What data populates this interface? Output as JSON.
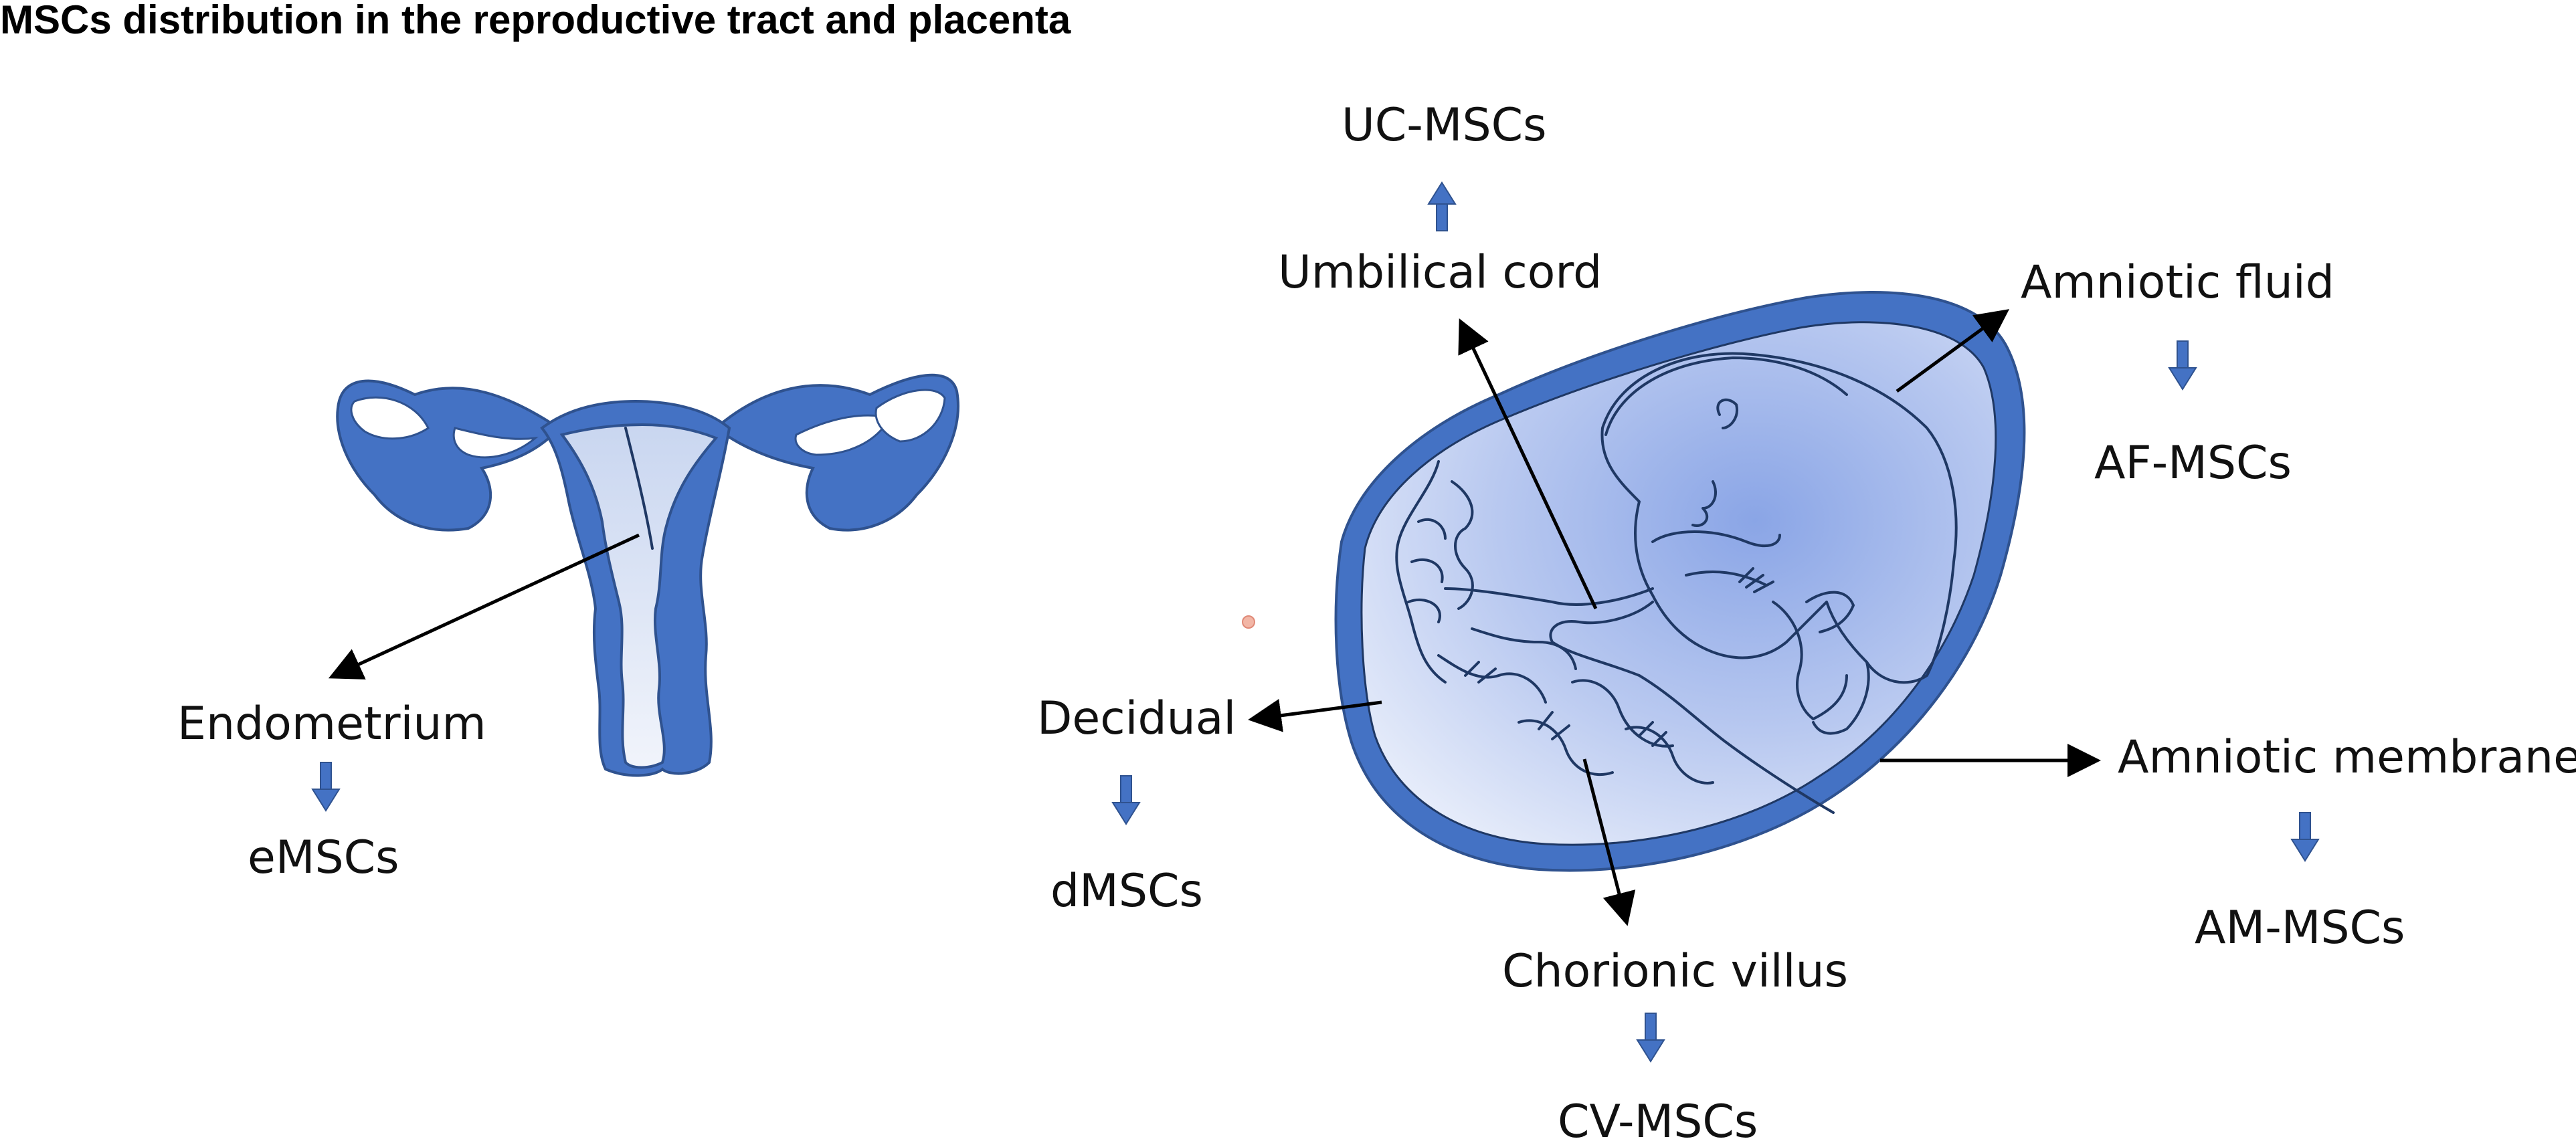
{
  "title": "MSCs distribution in the reproductive tract and placenta",
  "colors": {
    "organ_fill": "#4472c4",
    "organ_stroke": "#2f528f",
    "light_fill": "#dde6f7",
    "text": "#111111"
  },
  "uterus": {
    "label": "Endometrium",
    "cell_label": "eMSCs"
  },
  "placenta": {
    "umbilical_cord": "Umbilical cord",
    "uc_cells": "UC-MSCs",
    "amniotic_fluid": "Amniotic fluid",
    "af_cells": "AF-MSCs",
    "decidual": "Decidual",
    "d_cells": "dMSCs",
    "amniotic_membrane": "Amniotic membrane",
    "am_cells": "AM-MSCs",
    "chorionic_villus": "Chorionic villus",
    "cv_cells": "CV-MSCs"
  }
}
